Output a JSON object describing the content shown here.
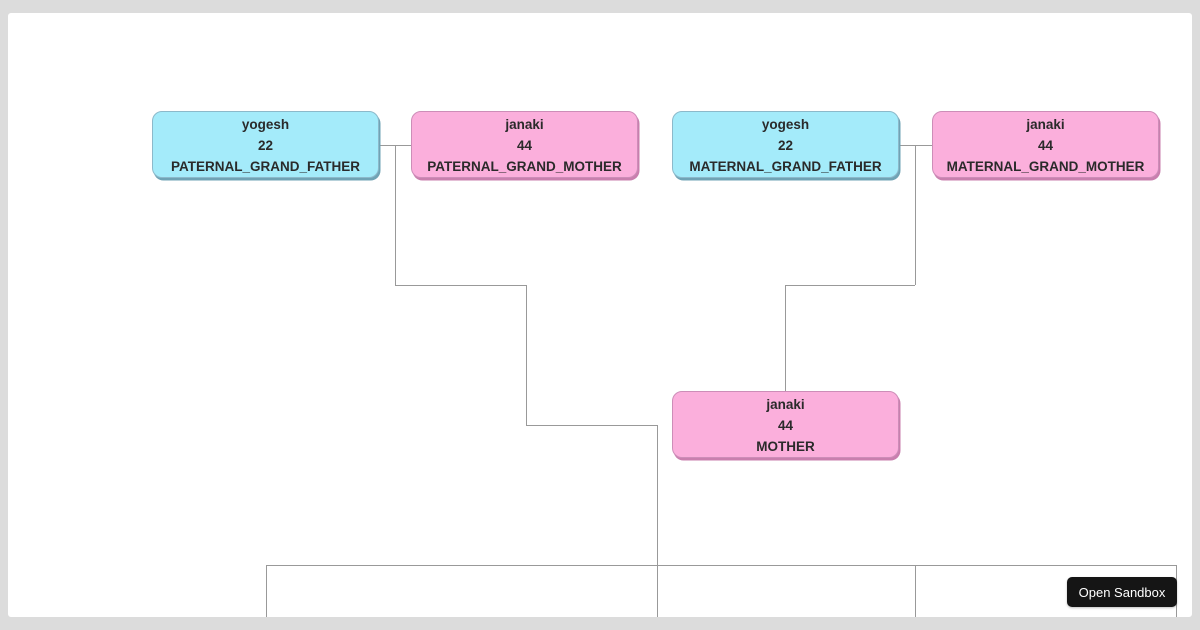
{
  "frame": {
    "open_sandbox_label": "Open Sandbox"
  },
  "tree": {
    "nodes": [
      {
        "name": "yogesh",
        "age": "22",
        "relation": "PATERNAL_GRAND_FATHER",
        "gender": "male"
      },
      {
        "name": "janaki",
        "age": "44",
        "relation": "PATERNAL_GRAND_MOTHER",
        "gender": "female"
      },
      {
        "name": "yogesh",
        "age": "22",
        "relation": "MATERNAL_GRAND_FATHER",
        "gender": "male"
      },
      {
        "name": "janaki",
        "age": "44",
        "relation": "MATERNAL_GRAND_MOTHER",
        "gender": "female"
      },
      {
        "name": "janaki",
        "age": "44",
        "relation": "MOTHER",
        "gender": "female"
      }
    ],
    "colors": {
      "male_fill": "#a4ebfa",
      "male_border": "#8cb9ca",
      "female_fill": "#fbafdc",
      "female_border": "#cd8db8",
      "connector": "#999999",
      "button_bg": "#151515",
      "frame_bg": "#dcdcdc"
    }
  }
}
